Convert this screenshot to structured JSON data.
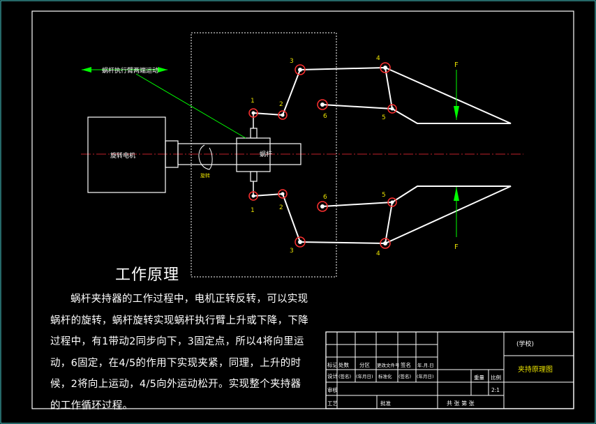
{
  "colors": {
    "background": "#000000",
    "lines": "#ffffff",
    "frame": "#4ad0d0",
    "leader": "#00ff00",
    "centerline": "#c0202a",
    "pivot": "#ff3030",
    "label": "#e8e000"
  },
  "description": {
    "title": "工作原理",
    "body": "蜗杆夹持器的工作过程中，电机正转反转，可以实现蜗杆的旋转，蜗杆旋转实现蜗杆执行臂上升或下降，下降过程中，有1带动2同步向下，3固定点，所以4将向里运动，6固定，在4/5的作用下实现夹紧，同理，上升的时候，2将向上运动，4/5向外运动松开。实现整个夹持器的工作循环过程。"
  },
  "diagram_labels": {
    "motor": "旋转电机",
    "worm": "蜗杆",
    "leader_note": "蜗杆执行臂两端运动",
    "rotation": "旋转",
    "force_top": "F",
    "force_bottom": "F",
    "joints_top": {
      "j1": "1",
      "j2": "2",
      "j3": "3",
      "j4": "4",
      "j5": "5",
      "j6": "6"
    },
    "joints_bottom": {
      "j1": "1",
      "j2": "2",
      "j3": "3",
      "j4": "4",
      "j5": "5",
      "j6": "6"
    }
  },
  "title_block": {
    "school": "(学校)",
    "drawing_name": "夹持原理图",
    "row_marks": [
      "标记",
      "处数",
      "分区",
      "更改文件号",
      "签名",
      "年.月.日"
    ],
    "row_design": [
      "设计",
      "(签名)",
      "(年月日)",
      "标准化",
      "(签名)",
      "(年月日)"
    ],
    "weight": "重量",
    "scale": "比例",
    "scale_value": "2:1",
    "review": "审核",
    "process": "工艺",
    "approve": "批准",
    "sheets": "共 张 第 张"
  }
}
